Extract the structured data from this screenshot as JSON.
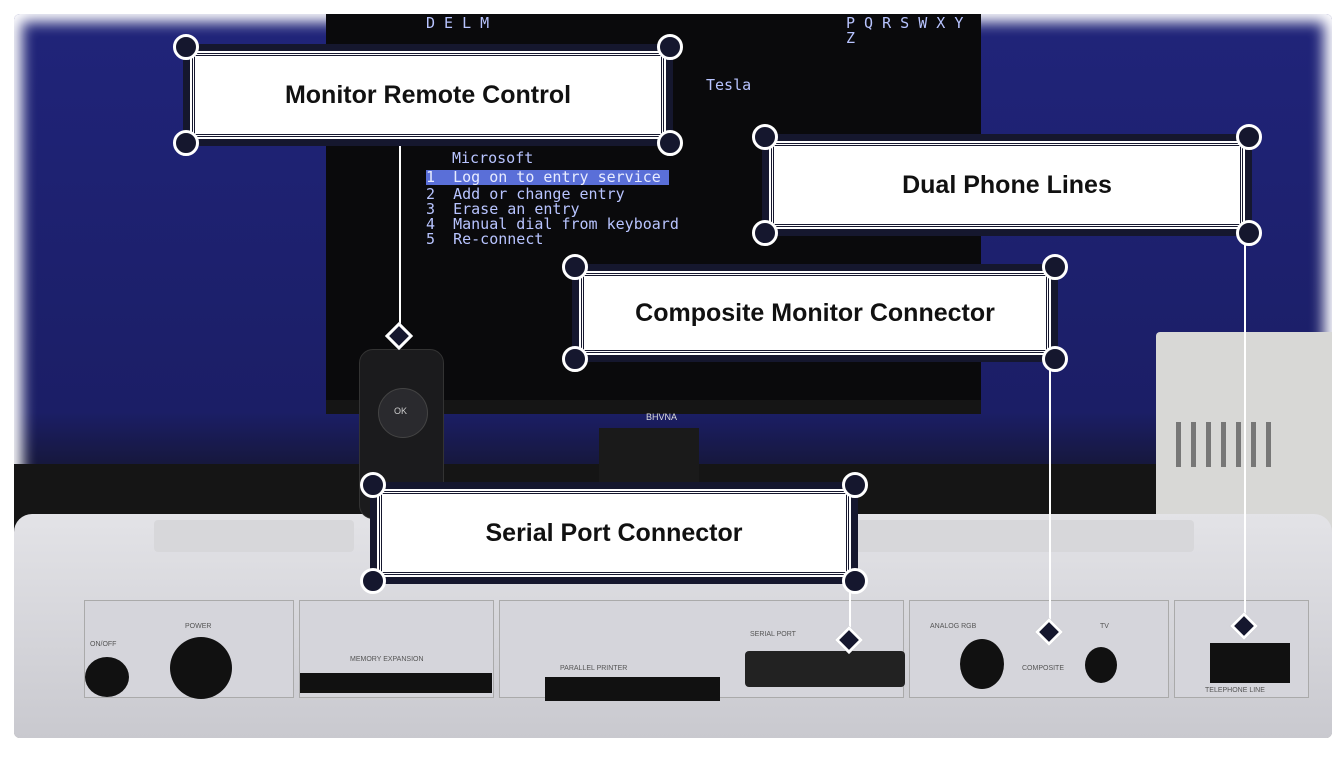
{
  "screen": {
    "left_letters": "D\nE\n\n\n\n\nL\nM",
    "right_letters": "P\nQ\nR\nS\n\n\nW\nX\nY\nZ",
    "company_right": "Tesla",
    "company_left": "Microsoft",
    "menu": [
      {
        "num": "1",
        "label": "Log on to entry service"
      },
      {
        "num": "2",
        "label": "Add or change entry"
      },
      {
        "num": "3",
        "label": "Erase an entry"
      },
      {
        "num": "4",
        "label": "Manual dial from keyboard"
      },
      {
        "num": "5",
        "label": "Re-connect"
      }
    ],
    "brand": "BHVNA"
  },
  "remote": {
    "ok": "OK"
  },
  "ports": {
    "on_off": "ON/OFF",
    "power": "POWER",
    "memory": "MEMORY EXPANSION",
    "parallel": "PARALLEL PRINTER",
    "serial": "SERIAL PORT",
    "analog": "ANALOG RGB",
    "composite": "COMPOSITE",
    "tv": "TV",
    "phone": "TELEPHONE LINE"
  },
  "callouts": {
    "remote": "Monitor Remote Control",
    "phone": "Dual Phone Lines",
    "composite": "Composite Monitor Connector",
    "serial": "Serial Port Connector"
  }
}
